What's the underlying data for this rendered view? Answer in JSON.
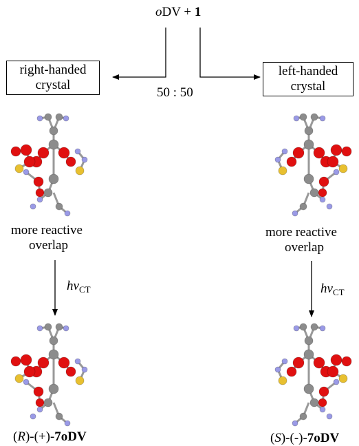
{
  "reaction": {
    "prefix": "o",
    "reactant": "DV + ",
    "number": "1"
  },
  "ratio": "50 : 50",
  "left": {
    "box_line1": "right-handed",
    "box_line2": "crystal",
    "overlap_line1": "more reactive",
    "overlap_line2": "overlap",
    "light_symbol": "hν",
    "light_sub": "CT",
    "product_config": "R",
    "product_sign": "+",
    "product_name": "7oDV"
  },
  "right": {
    "box_line1": "left-handed",
    "box_line2": "crystal",
    "overlap_line1": "more reactive",
    "overlap_line2": "overlap",
    "light_symbol": "hν",
    "light_sub": "CT",
    "product_config": "S",
    "product_sign": "-",
    "product_name": "7oDV"
  },
  "colors": {
    "red": "#e01010",
    "gray": "#8c8c8c",
    "blue": "#9a9ae6",
    "yellow": "#e8c030"
  }
}
